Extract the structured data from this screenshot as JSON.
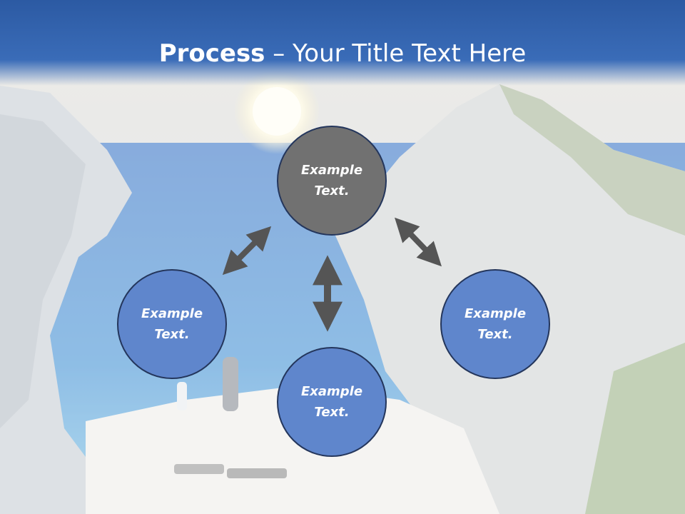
{
  "title": {
    "bold": "Process",
    "rest": " – Your Title Text Here"
  },
  "nodes": {
    "top": {
      "line1": "Example",
      "line2": "Text."
    },
    "left": {
      "line1": "Example",
      "line2": "Text."
    },
    "bottom": {
      "line1": "Example",
      "line2": "Text."
    },
    "right": {
      "line1": "Example",
      "line2": "Text."
    }
  },
  "colors": {
    "title_band": "#2c5aa3",
    "node_blue": "#5f86cc",
    "node_gray": "#717171",
    "node_border": "#24365c",
    "arrow": "#555555"
  }
}
